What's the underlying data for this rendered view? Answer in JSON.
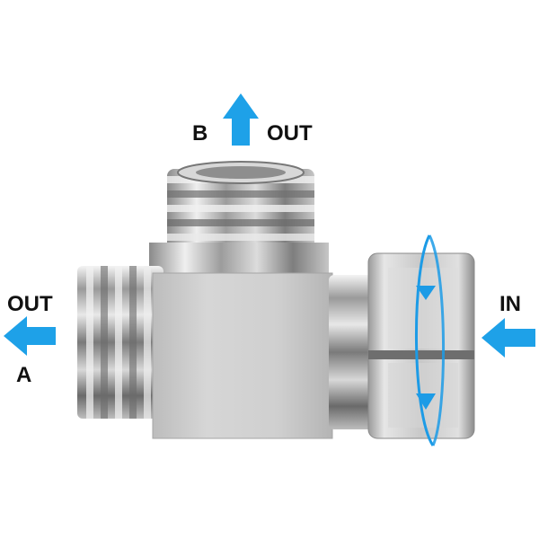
{
  "labels": {
    "top_letter": "B",
    "top_out": "OUT",
    "left_out": "OUT",
    "left_letter": "A",
    "right_in": "IN"
  },
  "colors": {
    "arrow": "#1ea1e8",
    "rotation_arrow": "#1c9be6",
    "text": "#111111",
    "background": "#ffffff"
  },
  "icons": {
    "top_arrow": "arrow-up-icon",
    "left_arrow": "arrow-left-icon",
    "right_arrow": "arrow-left-icon",
    "rotation": "rotate-icon"
  }
}
